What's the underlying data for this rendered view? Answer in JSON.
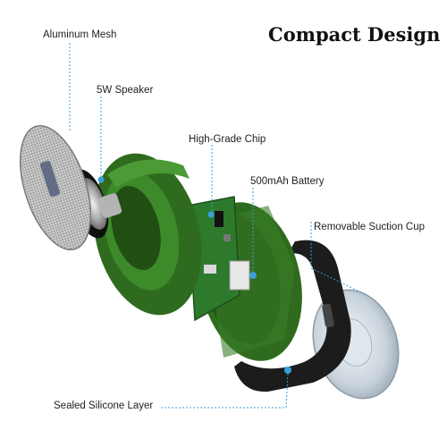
{
  "title": "Compact Design",
  "labels": {
    "aluminum_mesh": "Aluminum Mesh",
    "speaker": "5W Speaker",
    "chip": "High-Grade Chip",
    "battery": "500mAh Battery",
    "suction_cup": "Removable Suction Cup",
    "silicone_layer": "Sealed Silicone Layer"
  },
  "colors": {
    "leader_line": "#3aa0dc",
    "silicone": "#2f6b1f",
    "band": "#1c1c1c",
    "mesh": "#b8b8b8",
    "pcb": "#2d7a2d"
  }
}
